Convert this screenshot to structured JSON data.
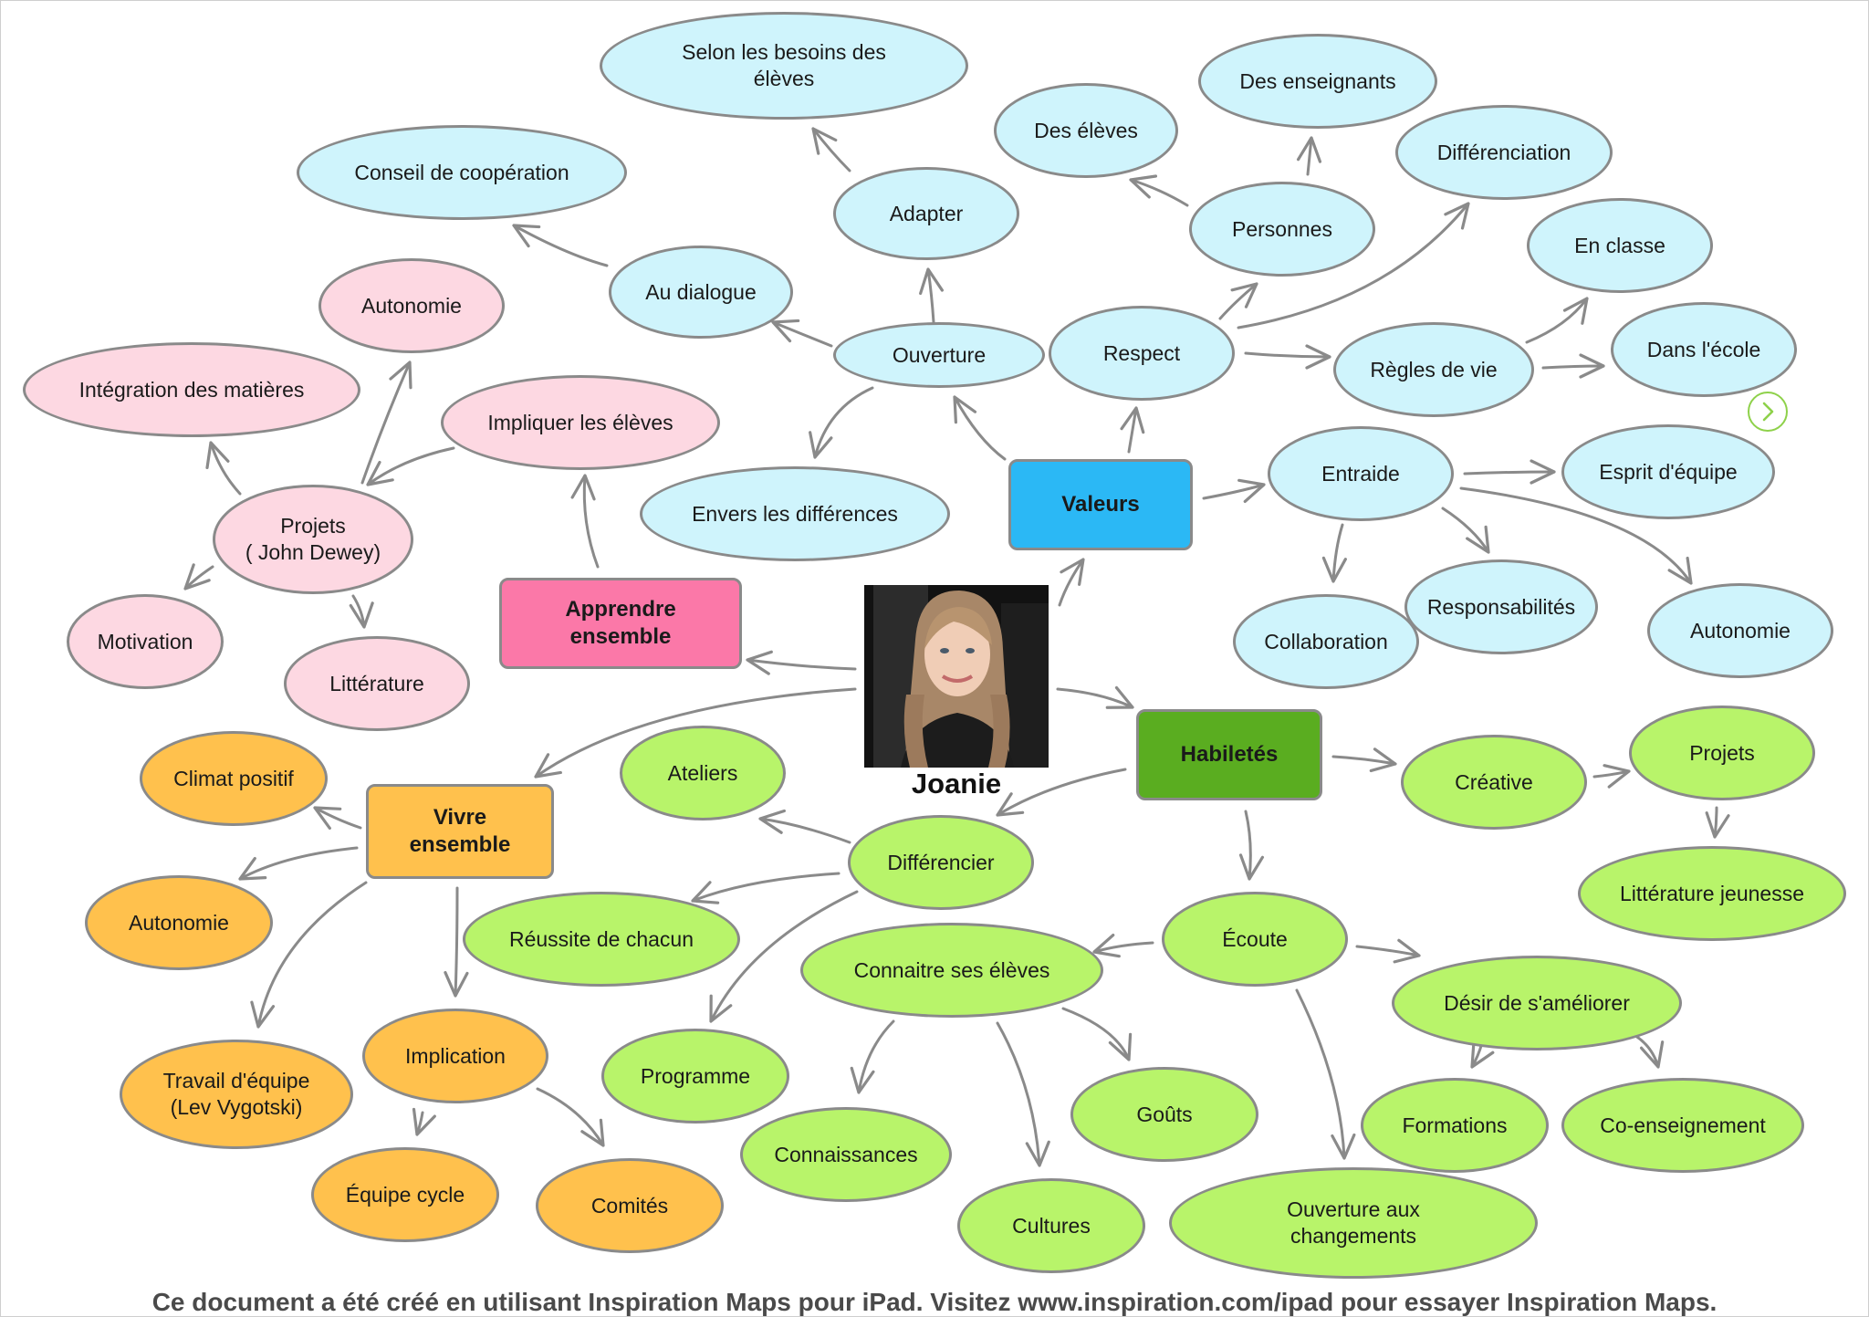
{
  "center": {
    "name": "Joanie",
    "photo_icon": "portrait-photo"
  },
  "next_icon": "chevron-right-icon",
  "footer": "Ce document a été créé en utilisant Inspiration Maps pour iPad. Visitez www.inspiration.com/ipad pour essayer Inspiration Maps.",
  "colors": {
    "valeurs": "#2bb8f5",
    "valeurs_nodes": "#cff4fc",
    "apprendre": "#fb78a8",
    "apprendre_nodes": "#fdd8e2",
    "habiletes": "#5aad20",
    "habiletes_nodes": "#b8f46a",
    "vivre": "#ffc14d",
    "vivre_nodes": "#ffc14d",
    "arrow": "#8a8a8a"
  },
  "branches": {
    "valeurs": {
      "label": "Valeurs",
      "ouverture": "Ouverture",
      "au_dialogue": "Au dialogue",
      "conseil_cooperation": "Conseil de coopération",
      "adapter": "Adapter",
      "selon_besoins": "Selon les besoins des élèves",
      "envers_differences": "Envers les différences",
      "respect": "Respect",
      "personnes": "Personnes",
      "des_eleves": "Des élèves",
      "des_enseignants": "Des enseignants",
      "differenciation": "Différenciation",
      "regles_de_vie": "Règles  de vie",
      "en_classe": "En classe",
      "dans_ecole": "Dans l'école",
      "entraide": "Entraide",
      "esprit_equipe": "Esprit d'équipe",
      "collaboration": "Collaboration",
      "responsabilites": "Responsabilités",
      "autonomie": "Autonomie"
    },
    "apprendre": {
      "label": "Apprendre ensemble",
      "impliquer_eleves": "Impliquer les élèves",
      "projets_dewey": "Projets\n( John Dewey)",
      "autonomie": "Autonomie",
      "integration_matieres": "Intégration des matières",
      "motivation": "Motivation",
      "litterature": "Littérature"
    },
    "habiletes": {
      "label": "Habiletés",
      "creative": "Créative",
      "projets": "Projets",
      "litterature_jeunesse": "Littérature jeunesse",
      "differencier": "Différencier",
      "ateliers": "Ateliers",
      "reussite_chacun": "Réussite de chacun",
      "programme": "Programme",
      "ecoute": "Écoute",
      "connaitre_eleves": "Connaitre ses élèves",
      "connaissances": "Connaissances",
      "cultures": "Cultures",
      "gouts": "Goûts",
      "ouverture_changements": "Ouverture aux changements",
      "desir_ameliorer": "Désir  de s'améliorer",
      "formations": "Formations",
      "co_enseignement": "Co-enseignement"
    },
    "vivre": {
      "label": "Vivre ensemble",
      "climat_positif": "Climat positif",
      "autonomie": "Autonomie",
      "travail_equipe": "Travail d'équipe\n(Lev Vygotski)",
      "implication": "Implication",
      "equipe_cycle": "Équipe cycle",
      "comites": "Comités"
    }
  }
}
